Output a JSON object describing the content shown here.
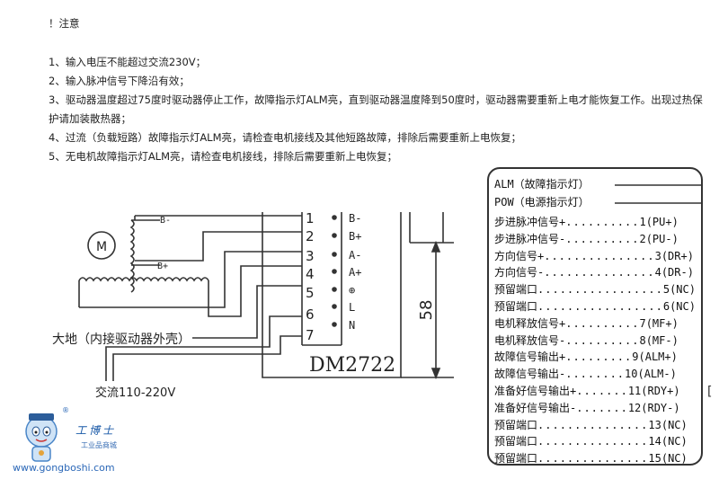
{
  "notes": {
    "heading": "！注意",
    "items": [
      "1、输入电压不能超过交流230V；",
      "2、输入脉冲信号下降沿有效；",
      "3、驱动器温度超过75度时驱动器停止工作，故障指示灯ALM亮，直到驱动器温度降到50度时，驱动器需要重新上电才能恢复工作。出现过热保护请加装散热器；",
      "4、过流（负载短路）故障指示灯ALM亮，请检查电机接线及其他短路故障，排除后需要重新上电恢复；",
      "5、无电机故障指示灯ALM亮，请检查电机接线，排除后需要重新上电恢复；"
    ]
  },
  "wiring": {
    "motor_label": "M",
    "coil_labels": [
      "B-",
      "B+"
    ],
    "terminal_numbers": [
      "1",
      "2",
      "3",
      "4",
      "5",
      "6",
      "7"
    ],
    "terminal_names": [
      "B-",
      "B+",
      "A-",
      "A+",
      "⊕",
      "L",
      "N"
    ],
    "ground_label": "大地（内接驱动器外壳）",
    "ac_label": "交流110-220V",
    "model": "DM2722",
    "dimension": "58"
  },
  "pins": {
    "leds": [
      "ALM（故障指示灯）",
      "POW（电源指示灯）"
    ],
    "rows": [
      {
        "name": "步进脉冲信号+",
        "dots": "..........",
        "pin": "1(PU+)"
      },
      {
        "name": "步进脉冲信号-",
        "dots": "..........",
        "pin": "2(PU-)"
      },
      {
        "name": "方向信号+",
        "dots": "...............",
        "pin": "3(DR+)"
      },
      {
        "name": "方向信号-",
        "dots": "...............",
        "pin": "4(DR-)"
      },
      {
        "name": "预留端口",
        "dots": ".................",
        "pin": "5(NC)"
      },
      {
        "name": "预留端口",
        "dots": ".................",
        "pin": "6(NC)"
      },
      {
        "name": "电机释放信号+",
        "dots": "..........",
        "pin": "7(MF+)"
      },
      {
        "name": "电机释放信号-",
        "dots": "..........",
        "pin": "8(MF-)"
      },
      {
        "name": "故障信号输出+",
        "dots": ".........",
        "pin": "9(ALM+)"
      },
      {
        "name": "故障信号输出-",
        "dots": "........",
        "pin": "10(ALM-)"
      },
      {
        "name": "准备好信号输出+",
        "dots": ".......",
        "pin": "11(RDY+)"
      },
      {
        "name": "准备好信号输出-",
        "dots": ".......",
        "pin": "12(RDY-)"
      },
      {
        "name": "预留端口",
        "dots": "...............",
        "pin": "13(NC)"
      },
      {
        "name": "预留端口",
        "dots": "...............",
        "pin": "14(NC)"
      },
      {
        "name": "预留端口",
        "dots": "...............",
        "pin": "15(NC)"
      }
    ]
  },
  "logo": {
    "brand": "工博士",
    "sub": "工业品商城",
    "url": "www.gongboshi.com",
    "reg": "®"
  },
  "side_mark": "["
}
